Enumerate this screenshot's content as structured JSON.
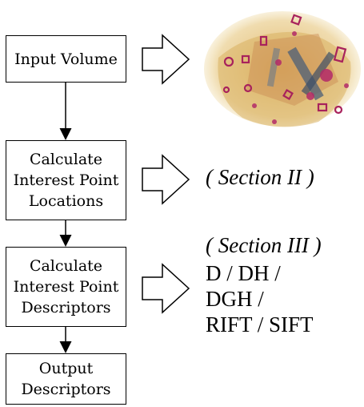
{
  "boxes": {
    "input": "Input Volume",
    "locations": "Calculate\nInterest Point\nLocations",
    "descriptors": "Calculate\nInterest Point\nDescriptors",
    "output": "Output\nDescriptors"
  },
  "notes": {
    "section_ii": "( Section II )",
    "section_iii": "( Section III )",
    "descriptor_types": "D / DH /\nDGH /\nRIFT / SIFT"
  }
}
